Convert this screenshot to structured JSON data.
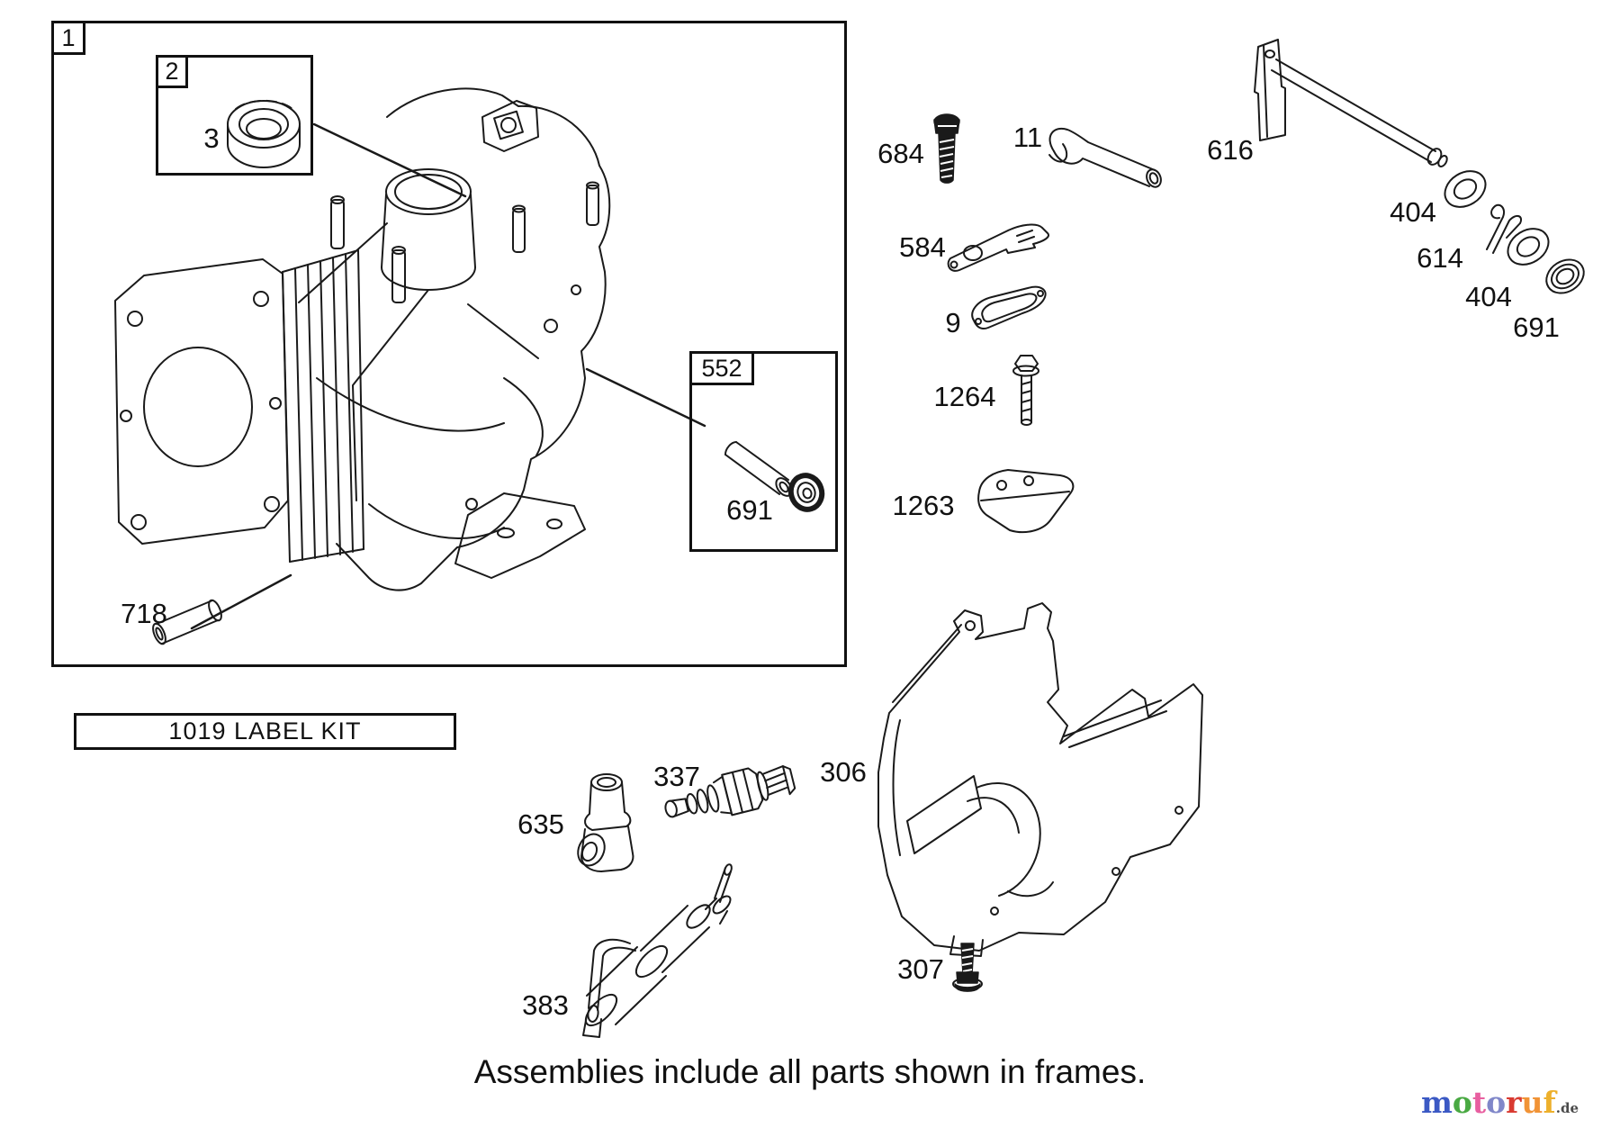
{
  "frames": {
    "main_assembly": "1",
    "seal_assembly": "2",
    "pin_assembly": "552",
    "label_kit": "1019 LABEL KIT"
  },
  "parts": {
    "seal_3": "3",
    "screw_684": "684",
    "tube_11": "11",
    "rod_616": "616",
    "washer_404_first": "404",
    "cotter_pin_614": "614",
    "washer_404_second": "404",
    "washer_691": "691",
    "bracket_584": "584",
    "gasket_9": "9",
    "bolt_1264": "1264",
    "plate_1263": "1263",
    "pin_718": "718",
    "seal_691_frame": "691",
    "breather_635": "635",
    "spark_plug_337": "337",
    "oil_tube_383": "383",
    "cover_306": "306",
    "screw_307": "307"
  },
  "footer": {
    "note": "Assemblies include all parts shown in frames."
  },
  "logo": {
    "letters": [
      {
        "ch": "m",
        "color": "#3b59c4"
      },
      {
        "ch": "o",
        "color": "#49a942"
      },
      {
        "ch": "t",
        "color": "#e85fa0"
      },
      {
        "ch": "o",
        "color": "#8087c9"
      },
      {
        "ch": "r",
        "color": "#d93a31"
      },
      {
        "ch": "u",
        "color": "#f19336"
      },
      {
        "ch": "f",
        "color": "#edb02c"
      }
    ],
    "suffix": {
      "text": ".de",
      "color": "#4a4a4a"
    }
  },
  "colors": {
    "line": "#1a1a1a",
    "background": "#ffffff"
  }
}
